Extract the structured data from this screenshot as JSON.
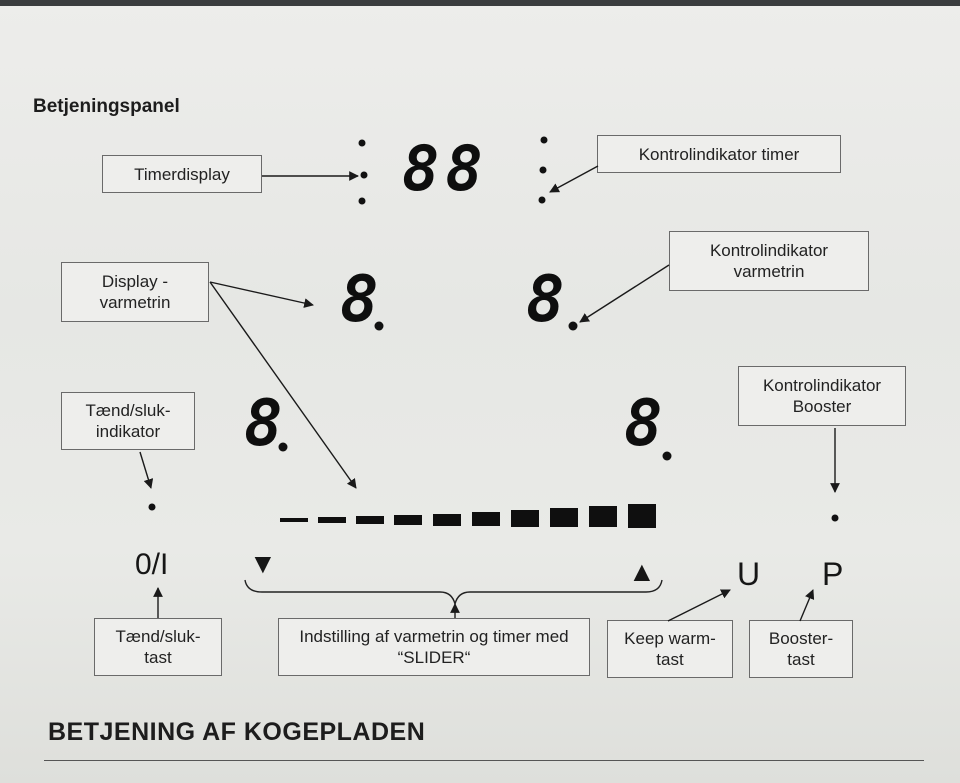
{
  "title": "Betjeningspanel",
  "section_title": "BETJENING AF KOGEPLADEN",
  "labels": {
    "timerdisplay": "Timerdisplay",
    "kontrol_timer": "Kontrolindikator timer",
    "kontrol_varmetrin": "Kontrolindikator\nvarmetrin",
    "display_varmetrin": "Display -\nvarmetrin",
    "taend_indikator": "Tænd/sluk-\nindikator",
    "kontrol_booster": "Kontrolindikator\nBooster",
    "taend_tast": "Tænd/sluk-\ntast",
    "slider": "Indstilling af varmetrin og timer med\n“SLIDER“",
    "keepwarm": "Keep warm-\ntast",
    "booster_tast": "Booster-\ntast"
  },
  "symbols": {
    "power": "0/I",
    "keepwarm": "U",
    "booster": "P",
    "timer_digits": "88",
    "zone_digit": "8",
    "down_arrow": "▼",
    "up_arrow": "▲"
  }
}
